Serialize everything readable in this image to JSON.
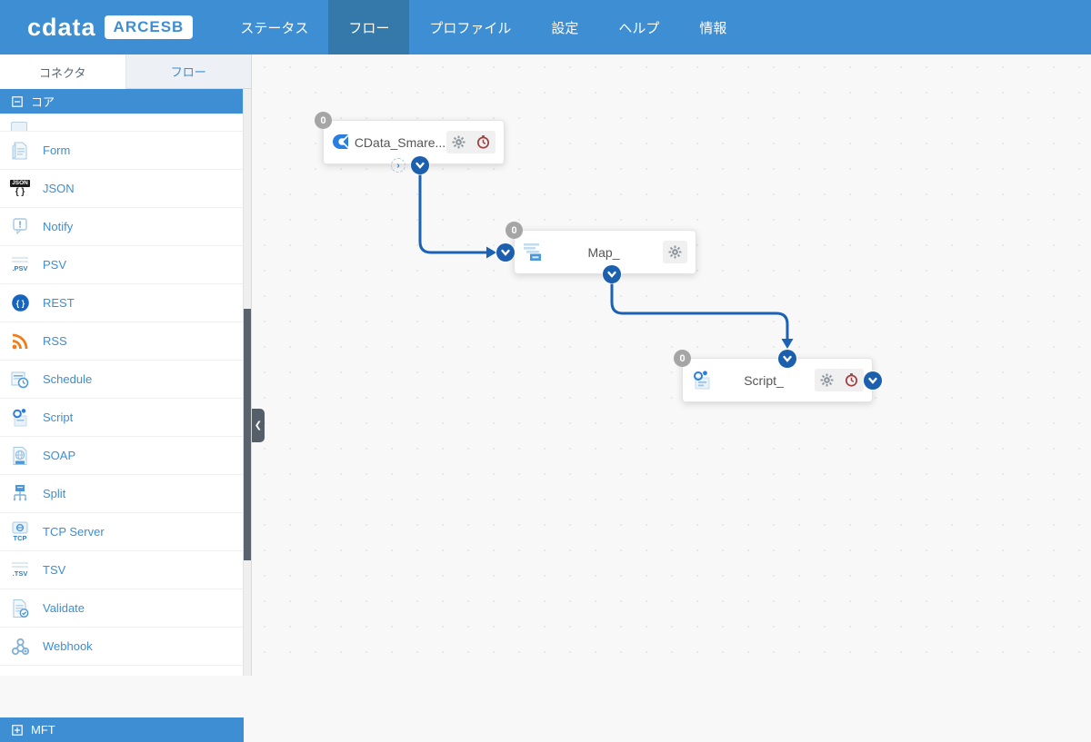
{
  "header": {
    "brand": "cdata",
    "product": "ARCESB",
    "nav": [
      {
        "label": "ステータス"
      },
      {
        "label": "フロー"
      },
      {
        "label": "プロファイル"
      },
      {
        "label": "設定"
      },
      {
        "label": "ヘルプ"
      },
      {
        "label": "情報"
      }
    ]
  },
  "sidebar": {
    "tabs": [
      {
        "label": "コネクタ"
      },
      {
        "label": "フロー"
      }
    ],
    "core_section": "コア",
    "mft_section": "MFT",
    "items": [
      {
        "label": "Form"
      },
      {
        "label": "JSON",
        "badge": "JSON",
        "braces": "{ }"
      },
      {
        "label": "Notify",
        "mark": "!"
      },
      {
        "label": "PSV",
        "ext": ".PSV"
      },
      {
        "label": "REST",
        "braces": "{ }"
      },
      {
        "label": "RSS"
      },
      {
        "label": "Schedule"
      },
      {
        "label": "Script"
      },
      {
        "label": "SOAP"
      },
      {
        "label": "Split"
      },
      {
        "label": "TCP Server",
        "ext": "TCP"
      },
      {
        "label": "TSV",
        "ext": ".TSV"
      },
      {
        "label": "Validate"
      },
      {
        "label": "Webhook"
      }
    ],
    "collapse_glyph": "❮"
  },
  "canvas": {
    "nodes": [
      {
        "title": "CData_Smare...",
        "badge": "0"
      },
      {
        "title": "Map_",
        "badge": "0"
      },
      {
        "title": "Script_",
        "badge": "0"
      }
    ],
    "ghost_port_glyph": "›",
    "colors": {
      "topbar": "#3d8ed2",
      "active_nav": "#3579ab",
      "connection": "#1b62b5",
      "port": "#1b5fad",
      "badge": "#a5a5a5",
      "clock_icon": "#9f3e3e"
    }
  }
}
